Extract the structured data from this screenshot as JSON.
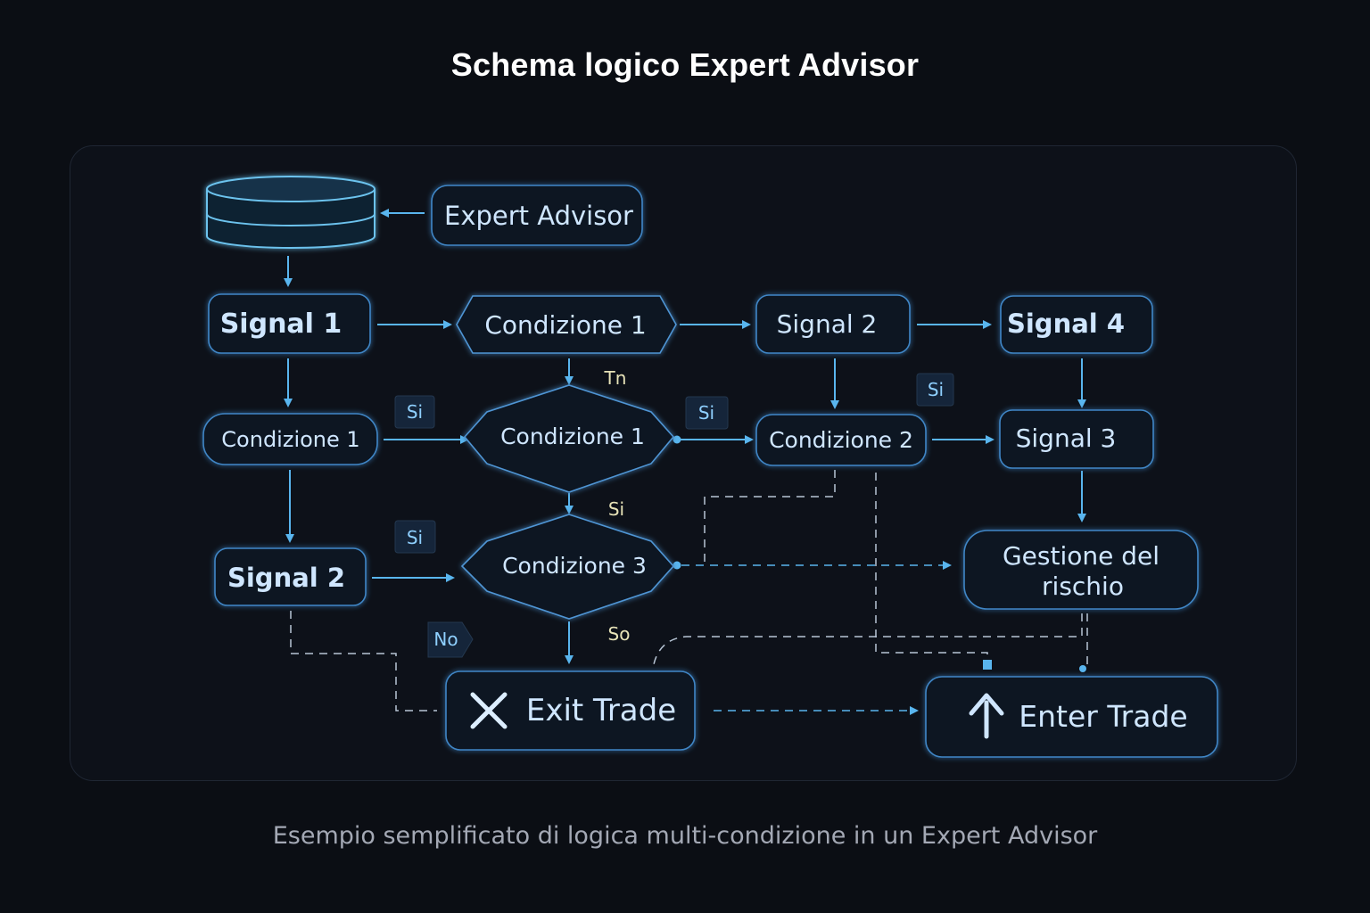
{
  "title": "Schema logico Expert Advisor",
  "caption": "Esempio semplificato di logica multi-condizione in un Expert Advisor",
  "nodes": {
    "expert_advisor": "Expert Advisor",
    "signal1_top": "Signal 1",
    "condizione1_top": "Condizione 1",
    "signal2_top": "Signal 2",
    "signal4": "Signal 4",
    "condizione1_left": "Condizione 1",
    "condizione1_diamond": "Condizione 1",
    "condizione2": "Condizione 2",
    "signal3": "Signal 3",
    "signal2_bottom": "Signal 2",
    "condizione3": "Condizione 3",
    "gestione_rischio_line1": "Gestione del",
    "gestione_rischio_line2": "rischio",
    "exit_trade": "Exit Trade",
    "enter_trade": "Enter Trade"
  },
  "badges": {
    "si_left_upper": "Si",
    "si_middle": "Si",
    "si_right": "Si",
    "si_left_lower": "Si",
    "no": "No"
  },
  "edge_labels": {
    "tn": "Tn",
    "si_below_diamond": "Si",
    "so": "So"
  },
  "icons": {
    "database": "database-icon",
    "exit": "close-icon",
    "enter": "arrow-up-icon"
  },
  "colors": {
    "background": "#0b0e14",
    "node_border": "#3f86c6",
    "arrow": "#59b5ee",
    "text": "#cfe6ff"
  }
}
